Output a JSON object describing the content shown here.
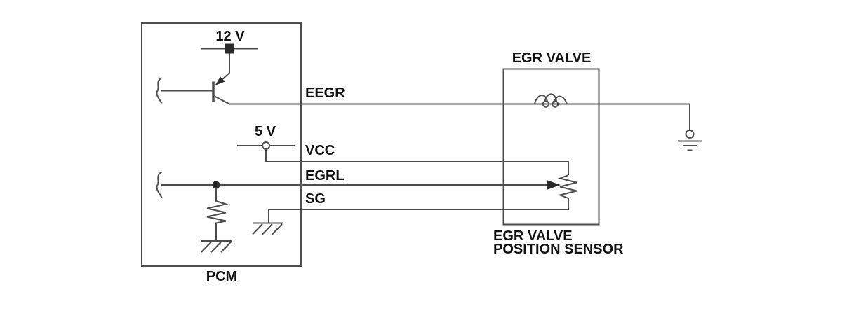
{
  "pcm": {
    "label": "PCM",
    "supply_12v": "12 V",
    "supply_5v": "5 V"
  },
  "signals": {
    "eegr": "EEGR",
    "vcc": "VCC",
    "egrl": "EGRL",
    "sg": "SG"
  },
  "egr_valve": {
    "title": "EGR VALVE",
    "sensor_line1": "EGR VALVE",
    "sensor_line2": "POSITION SENSOR"
  },
  "colors": {
    "wire": "#4d4d4d",
    "terminal_fill": "#2b2b2b",
    "text": "#111111",
    "background": "#ffffff"
  }
}
